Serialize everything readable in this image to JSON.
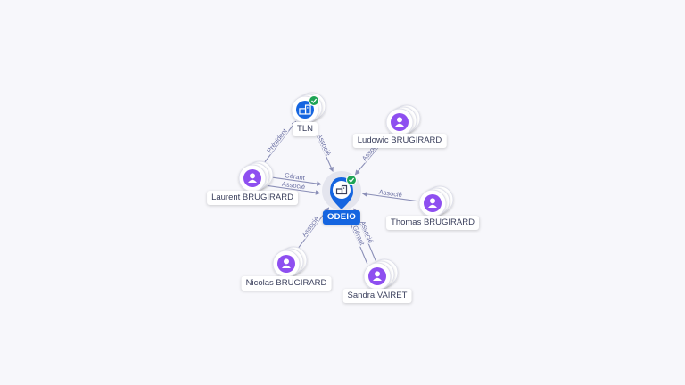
{
  "colors": {
    "edge": "#8c90b8",
    "edge_label": "#6a6fa3",
    "person": "#8e4ff0",
    "company": "#1565e0",
    "check": "#1ea455"
  },
  "center": {
    "name": "ODEIO",
    "type": "company",
    "icon": "building-icon",
    "verified": true
  },
  "nodes": [
    {
      "id": "tln",
      "name": "TLN",
      "type": "company",
      "icon": "building-icon",
      "verified": true
    },
    {
      "id": "ludowic",
      "name": "Ludowic BRUGIRARD",
      "type": "person",
      "icon": "person-icon"
    },
    {
      "id": "laurent",
      "name": "Laurent BRUGIRARD",
      "type": "person",
      "icon": "person-icon"
    },
    {
      "id": "thomas",
      "name": "Thomas BRUGIRARD",
      "type": "person",
      "icon": "person-icon"
    },
    {
      "id": "nicolas",
      "name": "Nicolas BRUGIRARD",
      "type": "person",
      "icon": "person-icon"
    },
    {
      "id": "sandra",
      "name": "Sandra VAIRET",
      "type": "person",
      "icon": "person-icon"
    }
  ],
  "edges": [
    {
      "from": "laurent",
      "to": "tln",
      "label": "Président"
    },
    {
      "from": "tln",
      "to": "center",
      "label": "Associé"
    },
    {
      "from": "ludowic",
      "to": "center",
      "label": "Associé"
    },
    {
      "from": "laurent",
      "to": "center",
      "label": "Gérant"
    },
    {
      "from": "laurent",
      "to": "center",
      "label": "Associé"
    },
    {
      "from": "thomas",
      "to": "center",
      "label": "Associé"
    },
    {
      "from": "nicolas",
      "to": "center",
      "label": "Associé"
    },
    {
      "from": "sandra",
      "to": "center",
      "label": "Gérant"
    },
    {
      "from": "sandra",
      "to": "center",
      "label": "Associé"
    }
  ]
}
